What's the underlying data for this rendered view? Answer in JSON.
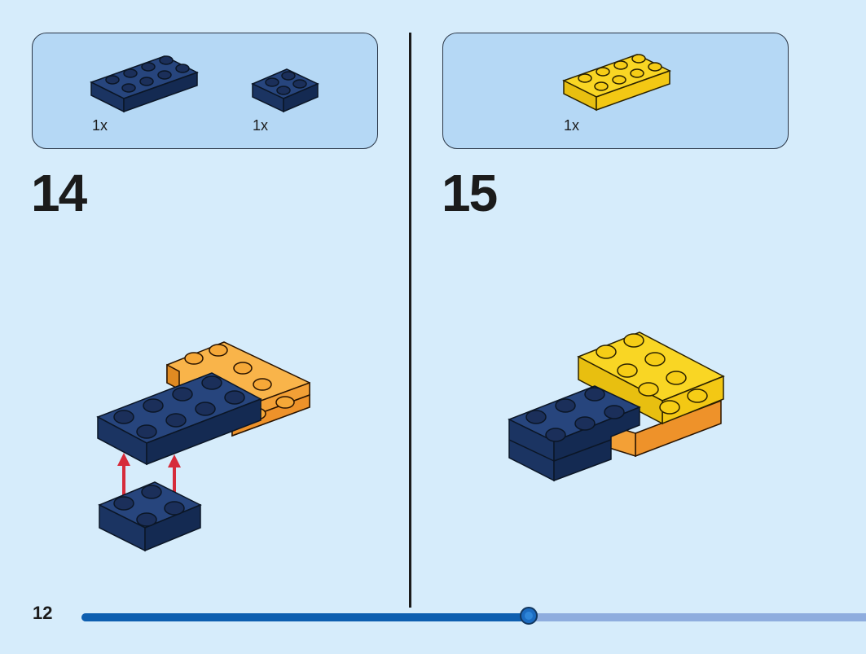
{
  "parts": {
    "left": [
      {
        "qty": "1x",
        "color": "#1f3a6e"
      },
      {
        "qty": "1x",
        "color": "#1f3a6e"
      }
    ],
    "right": [
      {
        "qty": "1x",
        "color": "#f7d21a"
      }
    ]
  },
  "steps": [
    {
      "number": "14"
    },
    {
      "number": "15"
    }
  ],
  "page": {
    "number": "12",
    "progress": 0.57
  },
  "colors": {
    "background": "#d6ecfb",
    "parts_panel": "#b5d8f5",
    "navy_brick": "#1f3a6e",
    "orange_brick": "#f7a73a",
    "yellow_brick": "#f7d21a",
    "arrow": "#d62b3a",
    "progress_fill": "#0e5fb0",
    "progress_track": "#8fadde"
  },
  "icons": [
    "brick-2x4-navy-icon",
    "brick-2x2-navy-icon",
    "brick-2x4-yellow-icon",
    "up-arrow-icon"
  ]
}
